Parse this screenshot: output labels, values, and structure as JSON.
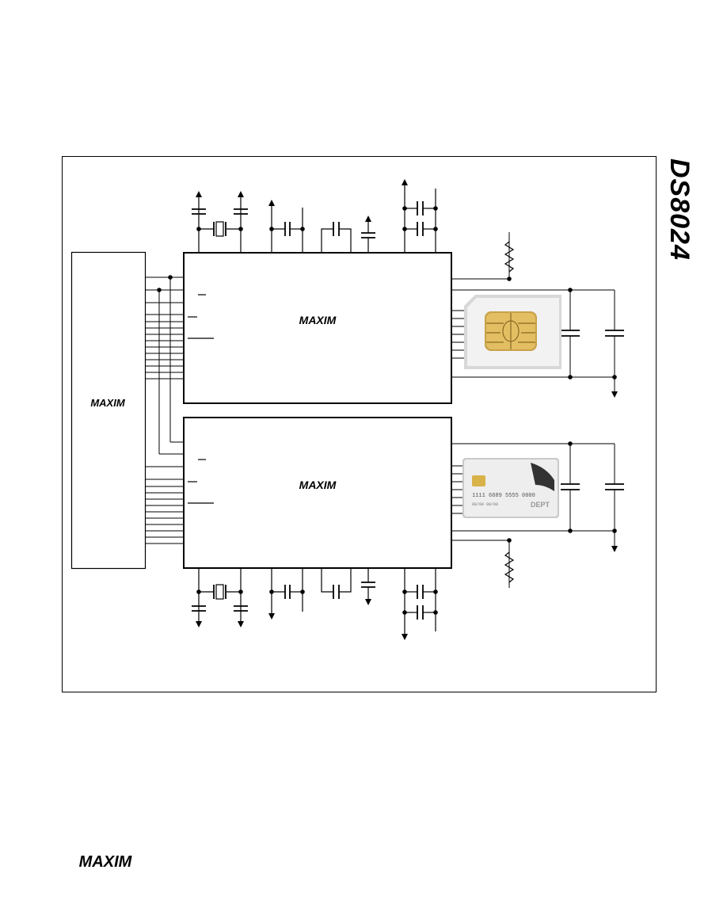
{
  "header": {
    "part_number": "DS8024"
  },
  "logos": {
    "host_logo": "MAXIM",
    "chip_top_logo": "MAXIM",
    "chip_bottom_logo": "MAXIM",
    "footer_logo": "MAXIM"
  },
  "icons": [
    "sim-card-icon",
    "credit-card-icon",
    "crystal-icon",
    "resistor-icon",
    "capacitor-icon",
    "supply-arrow-icon",
    "ground-arrow-icon"
  ],
  "credit_card_text": {
    "number": "1111 6689 5555 0000",
    "dates": "00/00   00/00",
    "brand": "DEPT"
  }
}
